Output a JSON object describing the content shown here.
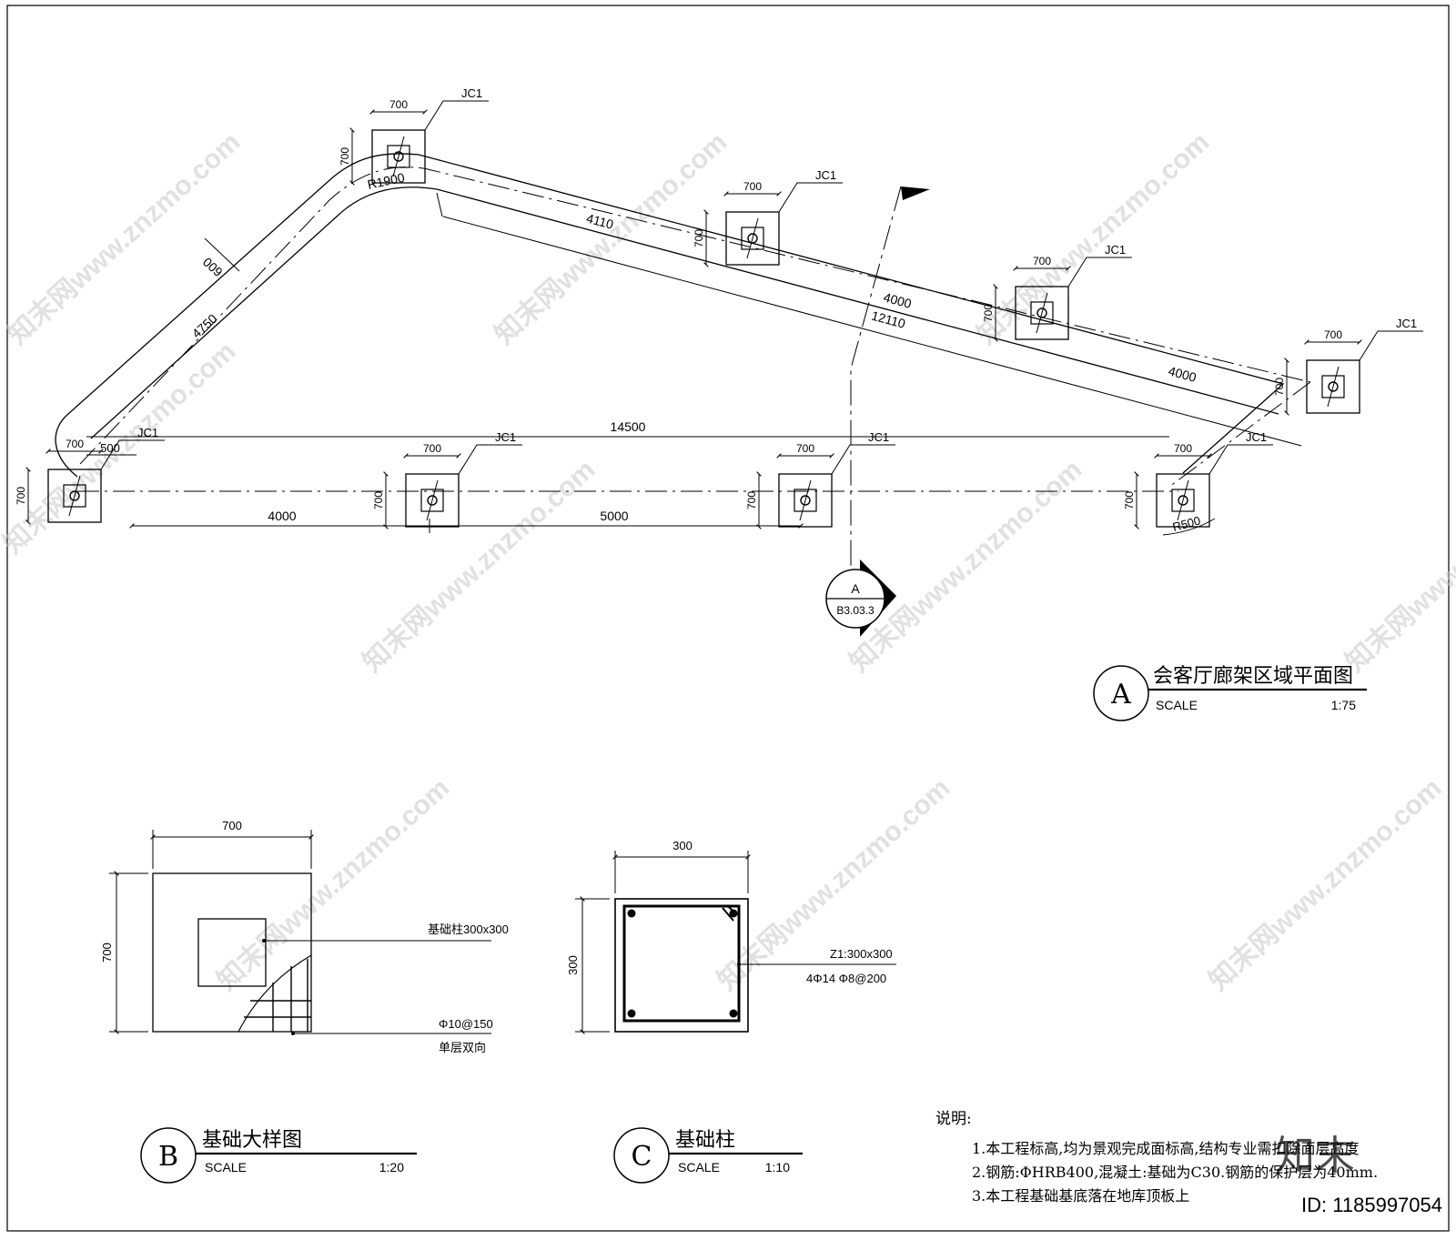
{
  "plan": {
    "tag": "JC1",
    "dims": {
      "w700": "700",
      "d600": "600",
      "d4750": "4750",
      "r1900": "R1900",
      "d4110": "4110",
      "d4000": "4000",
      "d12110": "12110",
      "d14500": "14500",
      "d500": "500",
      "d5000": "5000",
      "r500": "R500"
    },
    "section_mark": {
      "letter": "A",
      "ref": "B3.03.3"
    },
    "title": {
      "letter": "A",
      "name": "会客厅廊架区域平面图",
      "scale_label": "SCALE",
      "scale": "1:75"
    }
  },
  "detail_b": {
    "dim_w": "700",
    "dim_h": "700",
    "column_label": "基础柱300x300",
    "rebar_label": "Φ10@150",
    "rebar_note": "单层双向",
    "title": {
      "letter": "B",
      "name": "基础大样图",
      "scale_label": "SCALE",
      "scale": "1:20"
    }
  },
  "detail_c": {
    "dim_w": "300",
    "dim_h": "300",
    "col_label": "Z1:300x300",
    "rebar_label": "4Φ14  Φ8@200",
    "title": {
      "letter": "C",
      "name": "基础柱",
      "scale_label": "SCALE",
      "scale": "1:10"
    }
  },
  "notes": {
    "heading": "说明:",
    "items": [
      "1.本工程标高,均为景观完成面标高,结构专业需扣除面层高度",
      "2.钢筋:ΦHRB400,混凝土:基础为C30.钢筋的保护层为40mm.",
      "3.本工程基础基底落在地库顶板上"
    ]
  },
  "watermark": {
    "text": "知末网www.znzmo.com",
    "logo": "知末",
    "id": "ID: 1185997054"
  }
}
